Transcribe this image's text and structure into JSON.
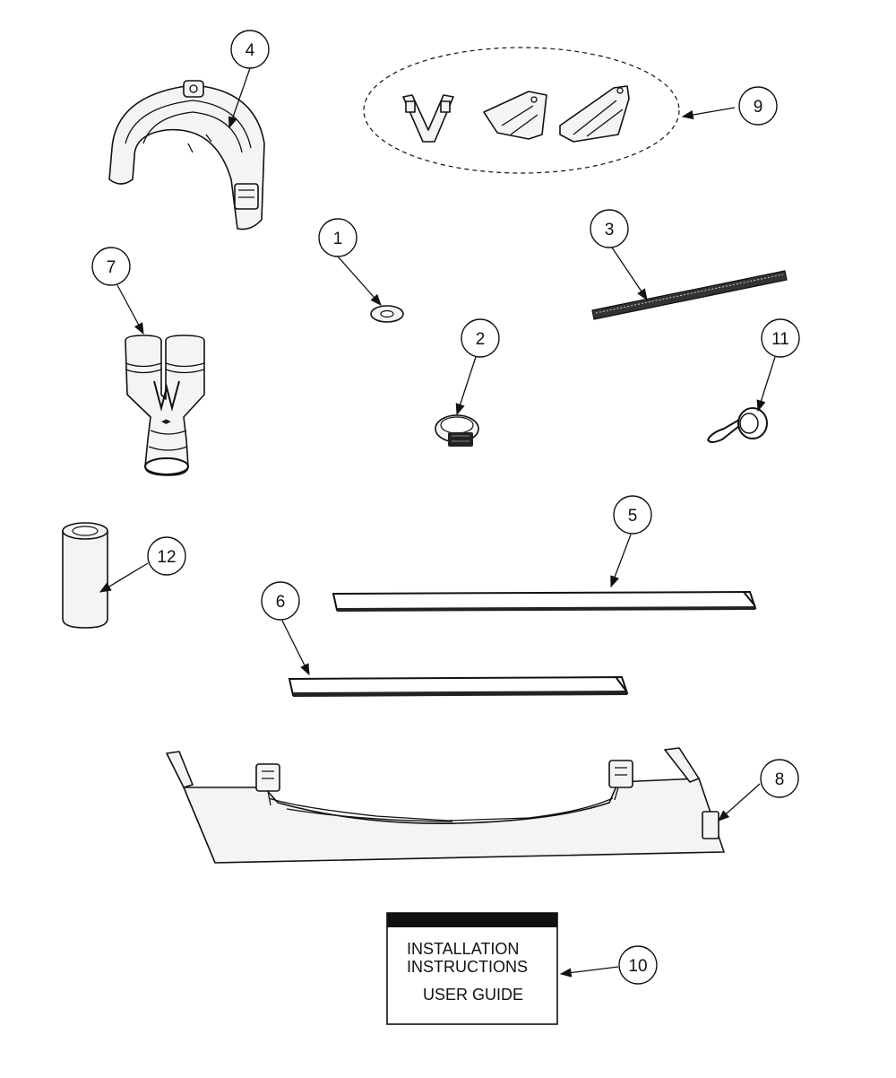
{
  "parts": [
    {
      "id": "1",
      "callout": "1"
    },
    {
      "id": "2",
      "callout": "2"
    },
    {
      "id": "3",
      "callout": "3"
    },
    {
      "id": "4",
      "callout": "4"
    },
    {
      "id": "5",
      "callout": "5"
    },
    {
      "id": "6",
      "callout": "6"
    },
    {
      "id": "7",
      "callout": "7"
    },
    {
      "id": "8",
      "callout": "8"
    },
    {
      "id": "9",
      "callout": "9"
    },
    {
      "id": "10",
      "callout": "10"
    },
    {
      "id": "11",
      "callout": "11"
    },
    {
      "id": "12",
      "callout": "12"
    }
  ],
  "booklet": {
    "line1": "INSTALLATION",
    "line2": "INSTRUCTIONS",
    "line3": "USER GUIDE"
  }
}
